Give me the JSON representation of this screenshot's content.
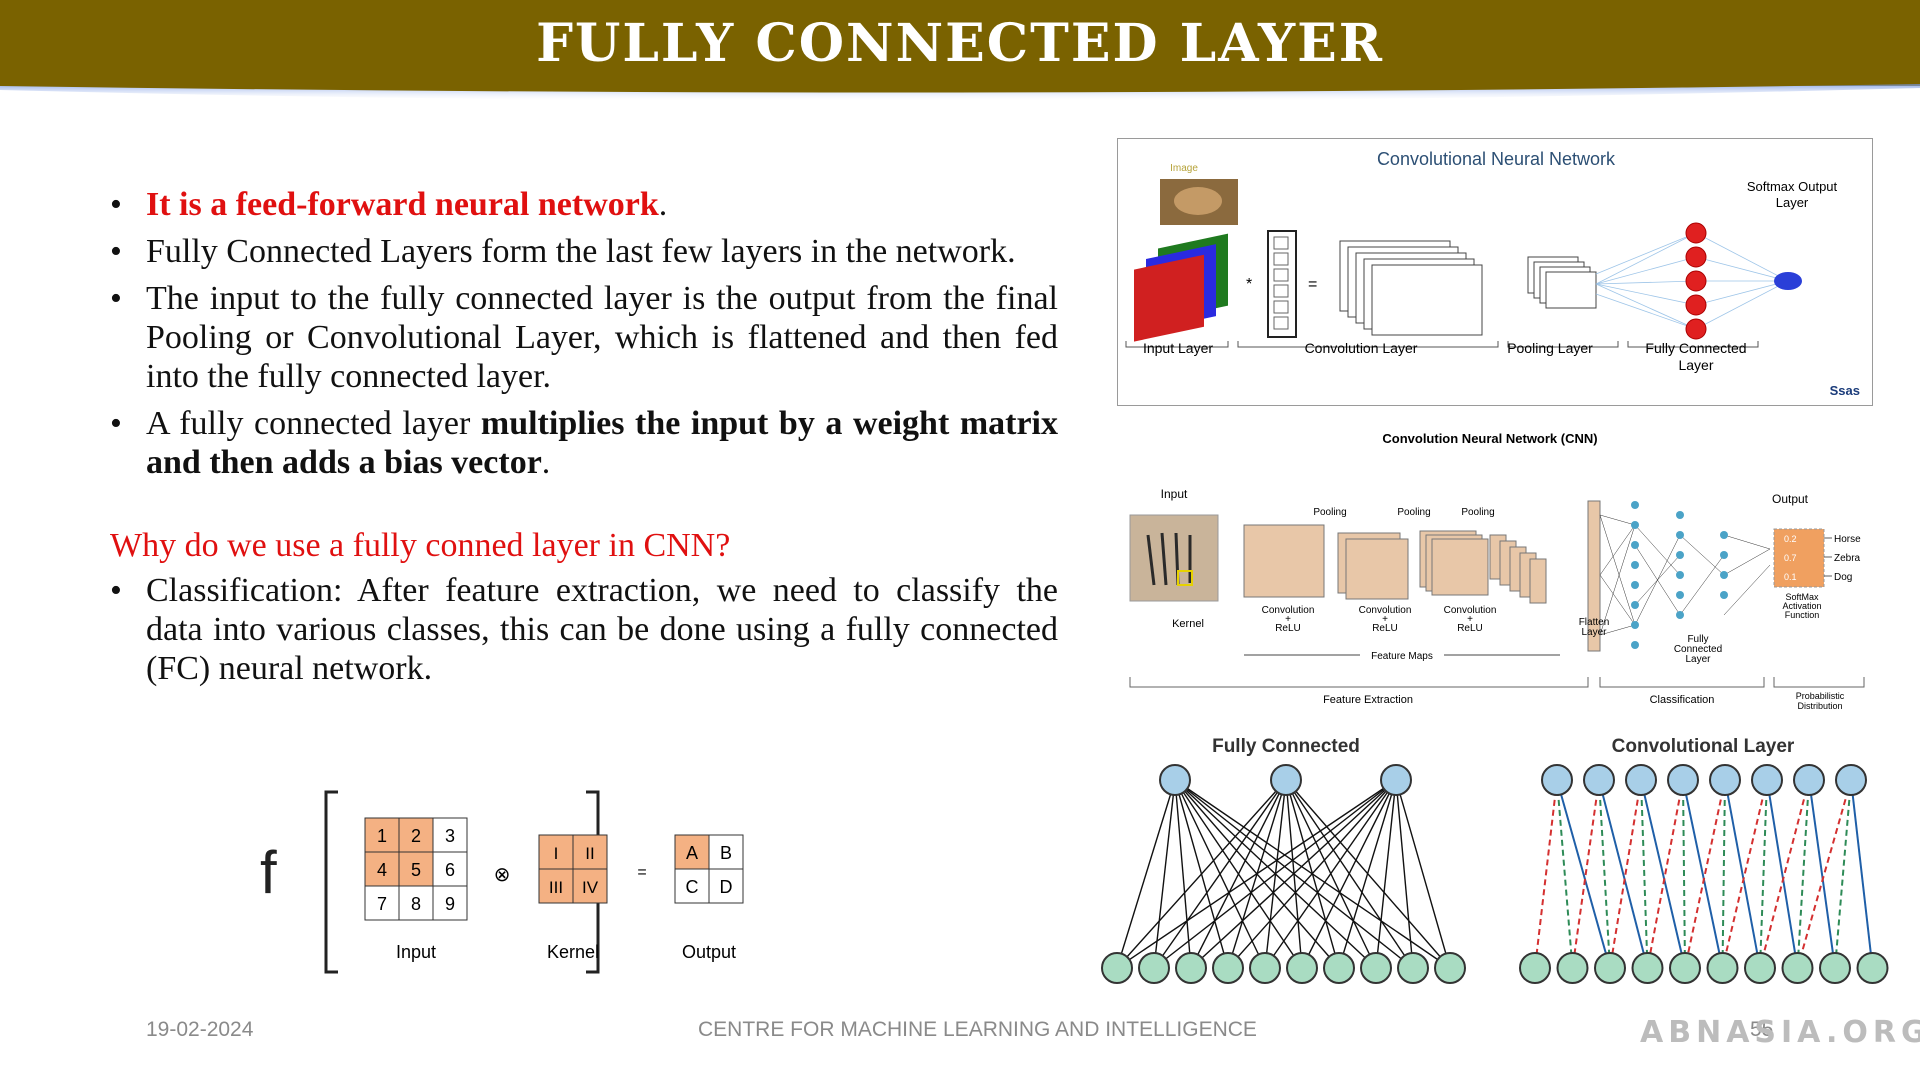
{
  "slide": {
    "title": "FULLY CONNECTED LAYER",
    "bullets": {
      "b1_red": "It is a feed-forward neural network",
      "b1_tail": ".",
      "b2": "Fully Connected Layers form the last few layers in the network.",
      "b3": "The input to the fully connected layer is the output from the final Pooling or Convolutional Layer, which is flattened and then fed into the fully connected layer.",
      "b4_pre": "A fully connected layer ",
      "b4_bold": "multiplies the input by a weight matrix and then adds a bias vector",
      "b4_tail": "."
    },
    "question": "Why do we use a fully conned layer in CNN?",
    "answer": "Classification: After feature extraction, we need to classify the data into various classes, this can be done using a fully connected (FC) neural network."
  },
  "formula": {
    "f": "f",
    "input_cells": [
      "1",
      "2",
      "3",
      "4",
      "5",
      "6",
      "7",
      "8",
      "9"
    ],
    "kernel_cells": [
      "I",
      "II",
      "III",
      "IV"
    ],
    "output_cells": [
      "A",
      "B",
      "C",
      "D"
    ],
    "op": "⊗",
    "eq": "=",
    "input_label": "Input",
    "kernel_label": "Kernel",
    "output_label": "Output"
  },
  "fig1": {
    "title": "Convolutional Neural Network",
    "image_label": "Image",
    "softmax_label": [
      "Softmax Output",
      "Layer"
    ],
    "star": "*",
    "eq": "=",
    "input_layer": "Input Layer",
    "conv_layer": "Convolution Layer",
    "pool_layer": "Pooling Layer",
    "fc_layer": [
      "Fully Connected",
      "Layer"
    ],
    "logo": "Ssas"
  },
  "fig2": {
    "title": "Convolution  Neural  Network (CNN)",
    "input": "Input",
    "output": "Output",
    "pooling": [
      "Pooling",
      "Pooling",
      "Pooling"
    ],
    "kernel": "Kernel",
    "conv_relu": [
      "Convolution",
      "+",
      "ReLU"
    ],
    "flatten": [
      "Flatten",
      "Layer"
    ],
    "fc": [
      "Fully",
      "Connected",
      "Layer"
    ],
    "feature_maps": "Feature  Maps",
    "out_vals": [
      "0.2",
      "0.7",
      "0.1"
    ],
    "classes": [
      "Horse",
      "Zebra",
      "Dog"
    ],
    "softmax": [
      "SoftMax",
      "Activation",
      "Function"
    ],
    "feature_extraction": "Feature Extraction",
    "classification": "Classification",
    "probabilistic": [
      "Probabilistic",
      "Distribution"
    ]
  },
  "fig3": {
    "left_title": "Fully Connected",
    "right_title": "Convolutional Layer"
  },
  "footer": {
    "date": "19-02-2024",
    "center": "CENTRE FOR MACHINE LEARNING AND INTELLIGENCE",
    "page": "55"
  },
  "watermark": "ABNASIA.ORG",
  "colors": {
    "header": "#7a6200",
    "accent_red": "#e01010",
    "cell_orange": "#f4b183",
    "node_blue": "#a8cfe8",
    "node_green": "#a9dcc2"
  }
}
